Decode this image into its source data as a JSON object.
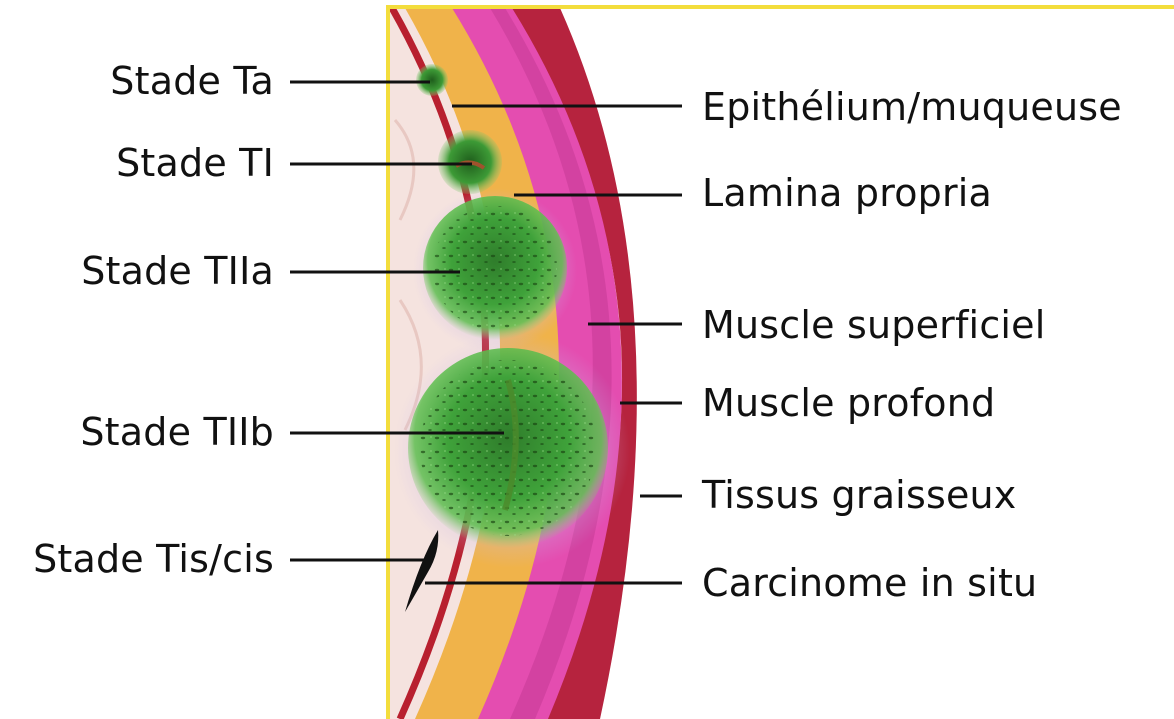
{
  "diagram": {
    "stage_labels": {
      "ta": "Stade Ta",
      "t1": "Stade TI",
      "t2a": "Stade TIIa",
      "t2b": "Stade TIIb",
      "tis": "Stade Tis/cis"
    },
    "layer_labels": {
      "epithelium": "Epithélium/muqueuse",
      "lamina": "Lamina propria",
      "muscle_superficial": "Muscle superficiel",
      "muscle_deep": "Muscle profond",
      "fat": "Tissus graisseux",
      "carcinoma": "Carcinome in situ"
    },
    "colors": {
      "frame_border": "#f3dd3c",
      "lumen": "#f2d9d5",
      "epithelium": "#b8202f",
      "lamina_propria": "#f0b34a",
      "muscle": "#e44db0",
      "fat": "#b6233e",
      "tumor": "#3a9b35",
      "carcinoma_in_situ": "#111111",
      "leader_line": "#111111"
    }
  }
}
